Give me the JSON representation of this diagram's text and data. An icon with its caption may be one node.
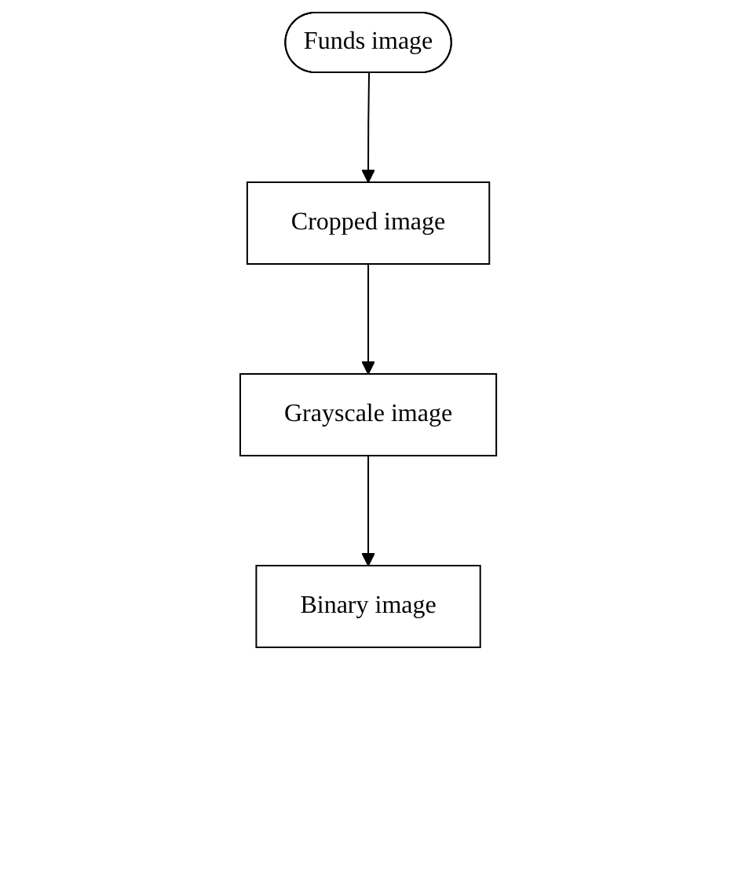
{
  "diagram": {
    "nodes": [
      {
        "text": [
          "Funds image"
        ]
      },
      {
        "text": [
          "Cropped image"
        ]
      },
      {
        "text": [
          "Grayscale image"
        ]
      },
      {
        "text": [
          "Binary image"
        ]
      }
    ],
    "edges": [
      {
        "from": 0,
        "to": 1,
        "arrow": "to"
      },
      {
        "from": 1,
        "to": 2,
        "arrow": "to"
      },
      {
        "from": 2,
        "to": 3,
        "arrow": "to"
      }
    ]
  }
}
